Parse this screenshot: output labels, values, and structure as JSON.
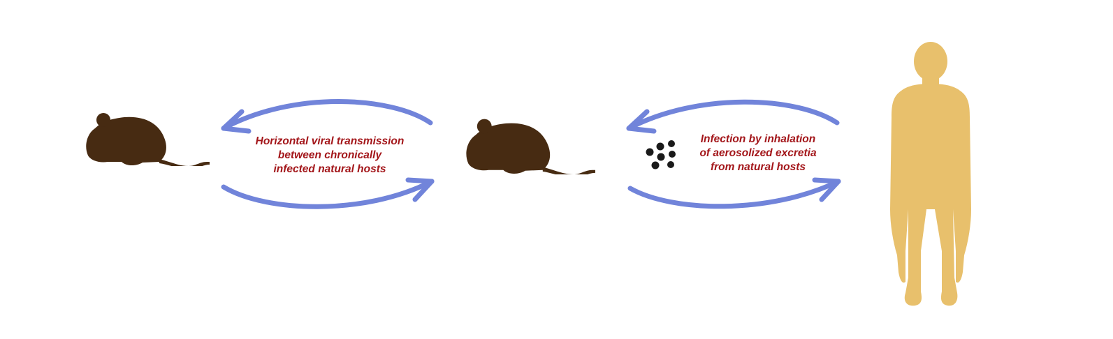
{
  "colors": {
    "rodent": "#472b12",
    "arrow": "#7184da",
    "label_text": "#a3161a",
    "human": "#e8c06c",
    "particles": "#1a1a1a"
  },
  "icons": [
    "rodent-silhouette-icon",
    "human-silhouette-icon",
    "aerosol-particles-icon"
  ],
  "labels": {
    "rodent_transmission": {
      "line1": "Horizontal viral transmission",
      "line2": "between chronically",
      "line3": "infected natural hosts"
    },
    "human_infection": {
      "line1": "Infection by inhalation",
      "line2": "of aerosolized excretia",
      "line3": "from natural hosts"
    }
  }
}
